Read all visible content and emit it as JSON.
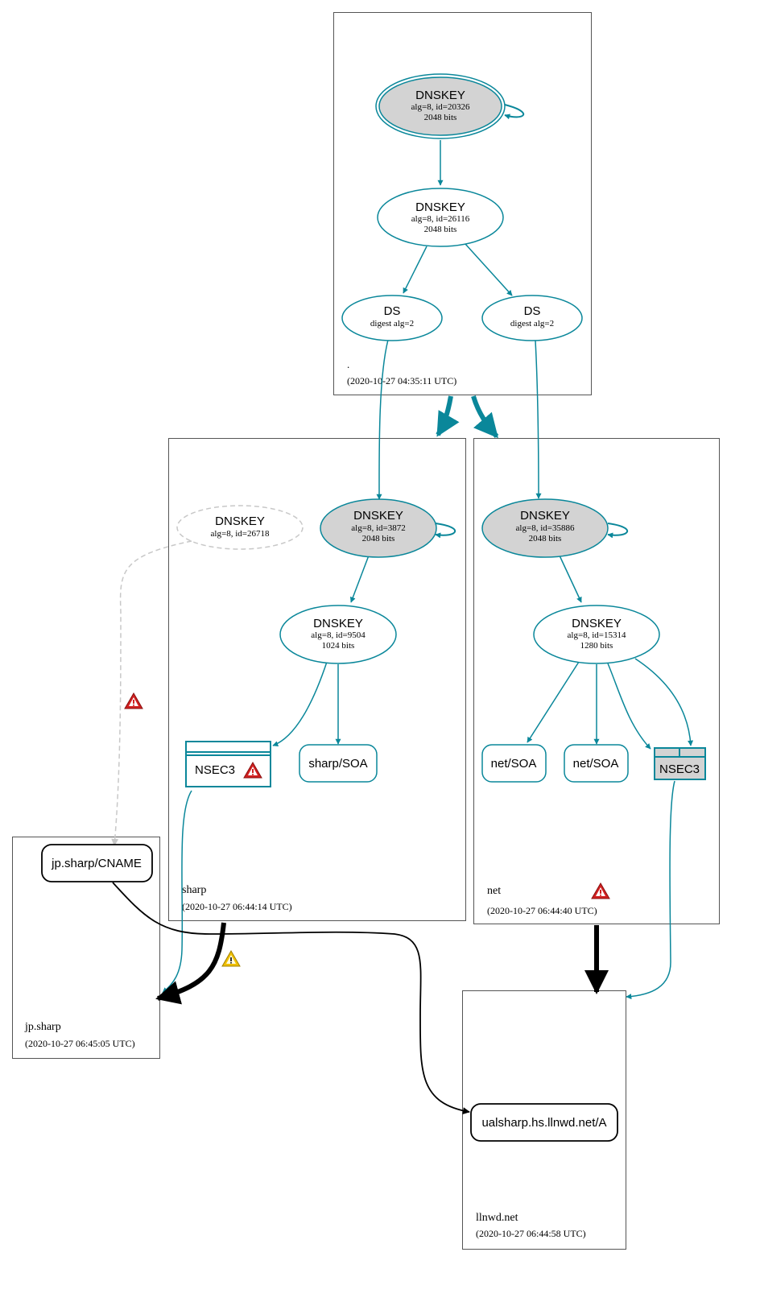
{
  "zones": {
    "root": {
      "name": ".",
      "timestamp": "(2020-10-27 04:35:11 UTC)"
    },
    "sharp": {
      "name": "sharp",
      "timestamp": "(2020-10-27 06:44:14 UTC)"
    },
    "net": {
      "name": "net",
      "timestamp": "(2020-10-27 06:44:40 UTC)"
    },
    "jpsharp": {
      "name": "jp.sharp",
      "timestamp": "(2020-10-27 06:45:05 UTC)"
    },
    "llnwd": {
      "name": "llnwd.net",
      "timestamp": "(2020-10-27 06:44:58 UTC)"
    }
  },
  "nodes": {
    "root_ksk": {
      "title": "DNSKEY",
      "line1": "alg=8, id=20326",
      "line2": "2048 bits"
    },
    "root_zsk": {
      "title": "DNSKEY",
      "line1": "alg=8, id=26116",
      "line2": "2048 bits"
    },
    "ds_sharp": {
      "title": "DS",
      "line1": "digest alg=2"
    },
    "ds_net": {
      "title": "DS",
      "line1": "digest alg=2"
    },
    "sharp_missing": {
      "title": "DNSKEY",
      "line1": "alg=8, id=26718"
    },
    "sharp_ksk": {
      "title": "DNSKEY",
      "line1": "alg=8, id=3872",
      "line2": "2048 bits"
    },
    "sharp_zsk": {
      "title": "DNSKEY",
      "line1": "alg=8, id=9504",
      "line2": "1024 bits"
    },
    "sharp_nsec3": {
      "title": "NSEC3"
    },
    "sharp_soa": {
      "title": "sharp/SOA"
    },
    "net_ksk": {
      "title": "DNSKEY",
      "line1": "alg=8, id=35886",
      "line2": "2048 bits"
    },
    "net_zsk": {
      "title": "DNSKEY",
      "line1": "alg=8, id=15314",
      "line2": "1280 bits"
    },
    "net_soa1": {
      "title": "net/SOA"
    },
    "net_soa2": {
      "title": "net/SOA"
    },
    "net_nsec3": {
      "title": "NSEC3"
    },
    "jp_cname": {
      "title": "jp.sharp/CNAME"
    },
    "ual_a": {
      "title": "ualsharp.hs.llnwd.net/A"
    }
  },
  "colors": {
    "secure": "#0a879a",
    "insecure": "#000000",
    "missing": "#c8c8c8",
    "ksk_fill": "#d3d3d3",
    "zone_border": "#555555",
    "error": "#d02020",
    "warning": "#f0c000"
  },
  "icons": [
    "error-icon",
    "warning-icon"
  ]
}
